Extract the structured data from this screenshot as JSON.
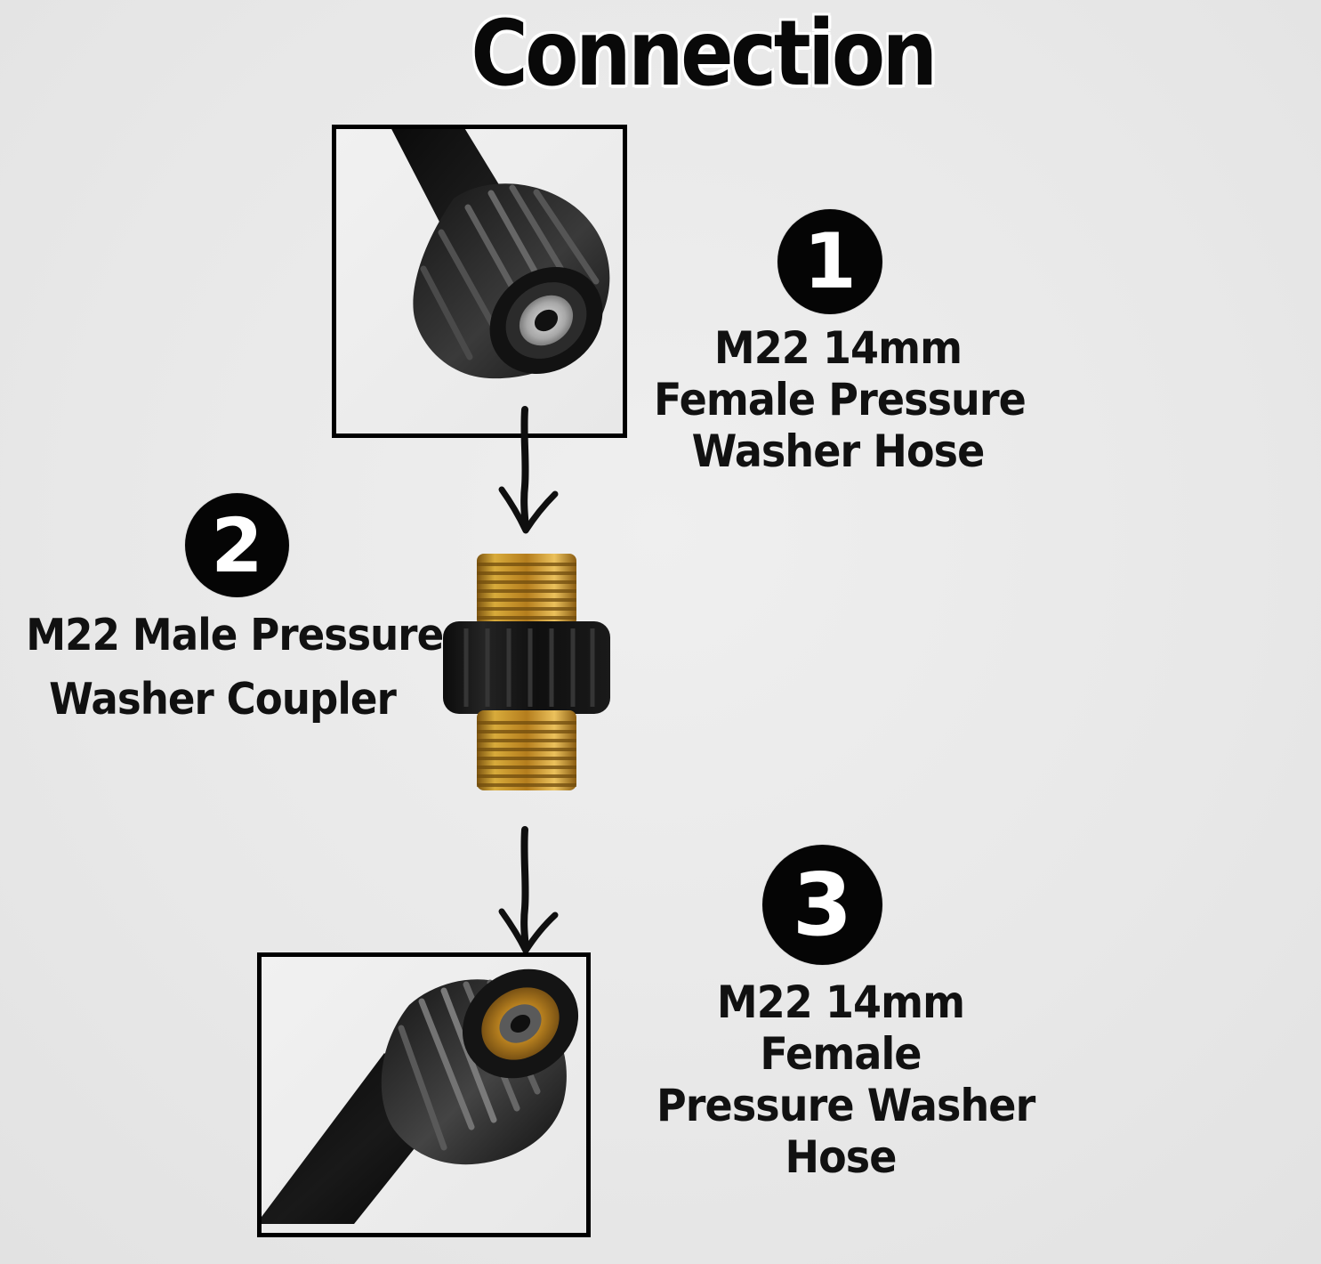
{
  "title": "Connection",
  "steps": [
    {
      "number": "1",
      "lines": [
        "M22 14mm",
        "Female Pressure",
        "Washer Hose"
      ]
    },
    {
      "number": "2",
      "lines": [
        "M22 Male Pressure",
        "Washer Coupler"
      ]
    },
    {
      "number": "3",
      "lines": [
        "M22 14mm",
        "Female",
        "Pressure Washer",
        "Hose"
      ]
    }
  ],
  "colors": {
    "background": "#e9e9e9",
    "ink": "#050505",
    "brass": "#c89b33",
    "rubber": "#111111"
  }
}
